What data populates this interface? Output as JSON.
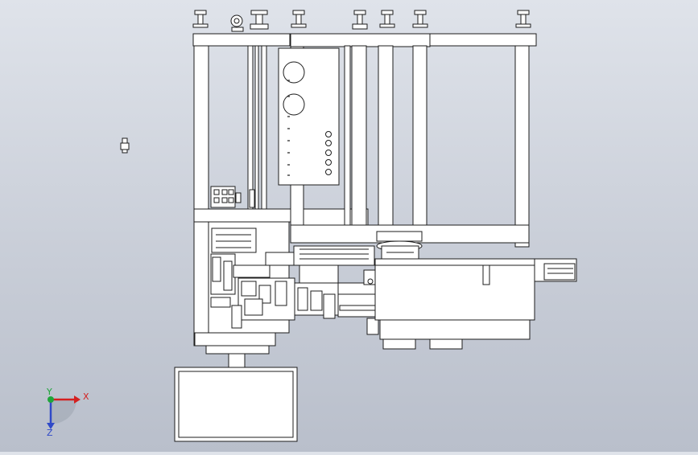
{
  "viewport": {
    "background_top": "#dfe3ea",
    "background_bottom": "#b9bfcb",
    "line_color": "#1c1c1c",
    "fill_color": "#ffffff"
  },
  "triad": {
    "x_label": "X",
    "y_label": "Y",
    "z_label": "Z",
    "x_color": "#d42020",
    "y_color": "#1fa53a",
    "z_color": "#2f49c8"
  }
}
